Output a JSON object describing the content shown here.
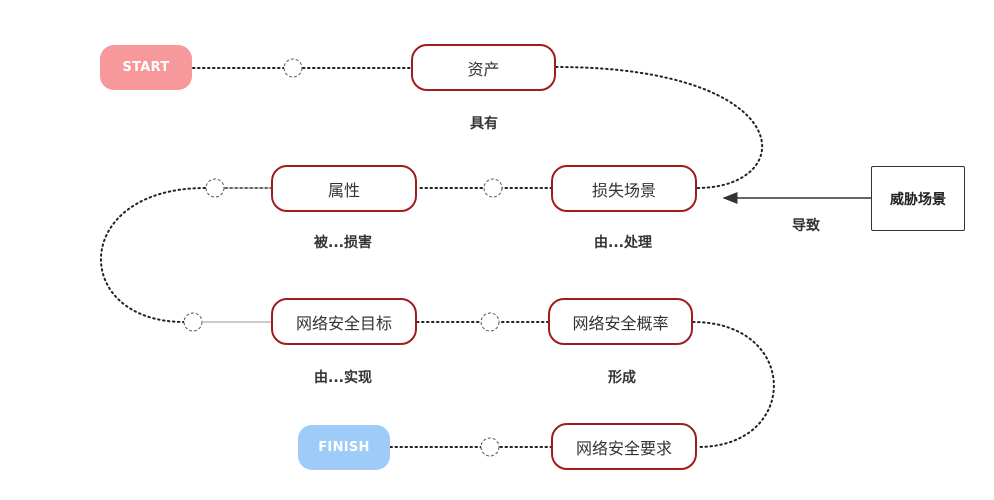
{
  "nodes": {
    "start": "START",
    "asset": "资产",
    "loss_scenario": "损失场景",
    "attribute": "属性",
    "security_goal": "网络安全目标",
    "security_probability": "网络安全概率",
    "security_requirement": "网络安全要求",
    "finish": "FINISH",
    "threat_scenario": "威胁场景"
  },
  "labels": {
    "has": "具有",
    "by_handle": "由...处理",
    "damaged_by": "被...损害",
    "by_achieve": "由...实现",
    "form": "形成",
    "cause": "导致"
  },
  "colors": {
    "node_border": "#a01c1c",
    "start_fill": "#f7999a",
    "finish_fill": "#9ecbf7",
    "connector": "#222222"
  }
}
